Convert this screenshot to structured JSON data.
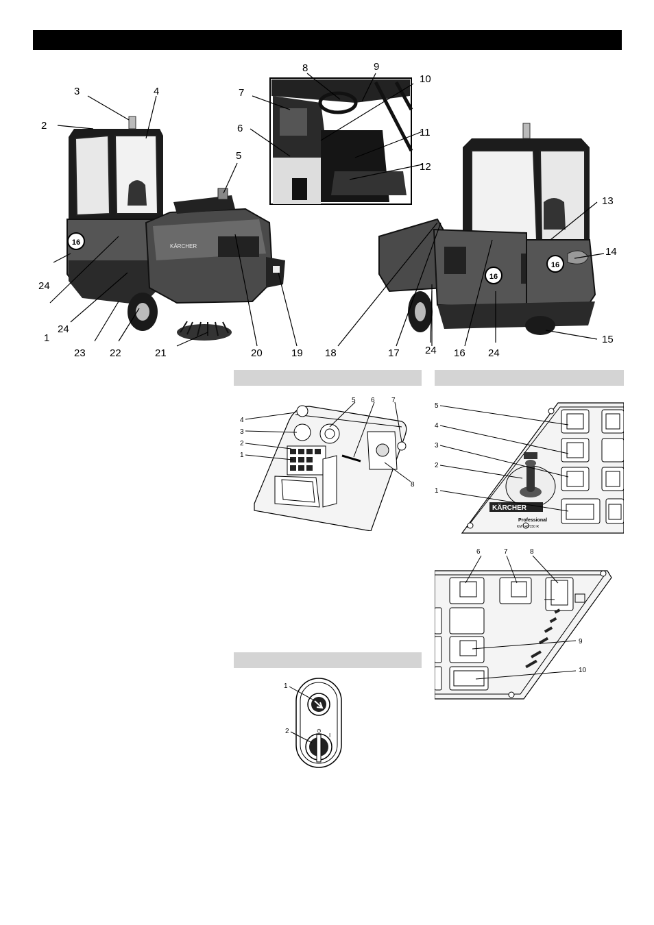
{
  "figure_main": {
    "callouts_left": [
      "1",
      "2",
      "3",
      "4",
      "5",
      "19",
      "20",
      "21",
      "22",
      "23",
      "24",
      "24",
      "24"
    ],
    "callouts_cab": [
      "6",
      "7",
      "8",
      "9",
      "10",
      "11",
      "12"
    ],
    "callouts_right": [
      "13",
      "14",
      "15",
      "16",
      "17",
      "18",
      "24",
      "24"
    ],
    "vehicle_number": "16"
  },
  "figure_dashboard": {
    "callouts": [
      "1",
      "2",
      "3",
      "4",
      "5",
      "6",
      "7",
      "8"
    ]
  },
  "figure_key": {
    "callouts": [
      "1",
      "2"
    ]
  },
  "figure_joystick_panel": {
    "callouts": [
      "1",
      "2",
      "3",
      "4",
      "5"
    ],
    "brand": "KÄRCHER",
    "model_line1": "Professional",
    "model_line2": "KM 140/150 R"
  },
  "figure_button_panel": {
    "callouts": [
      "6",
      "7",
      "8",
      "9",
      "10"
    ]
  },
  "brand_text": "KÄRCHER",
  "colors": {
    "header": "#000000",
    "section_bar": "#d4d4d4",
    "body": "#4a4a4a",
    "dark": "#1e1e1e"
  }
}
